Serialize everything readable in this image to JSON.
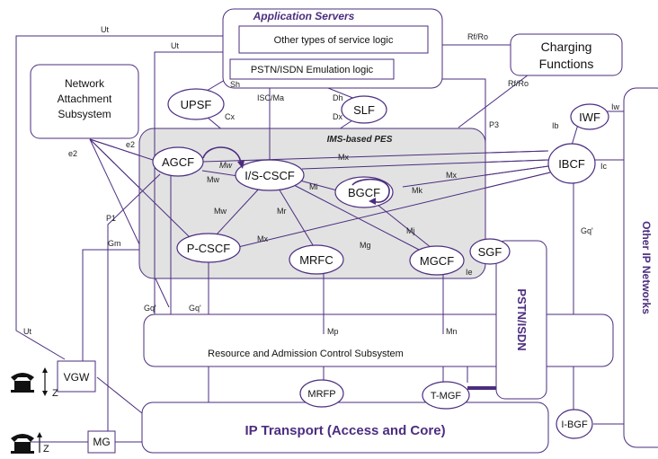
{
  "colors": {
    "line": "#4b2d7f",
    "ims_fill": "#e2e2e2",
    "thick": "#4b2d7f"
  },
  "blocks": {
    "application_servers": "Application Servers",
    "other_logic": "Other types of service logic",
    "pstn_emulation": "PSTN/ISDN Emulation logic",
    "charging_1": "Charging",
    "charging_2": "Functions",
    "nass_1": "Network",
    "nass_2": "Attachment",
    "nass_3": "Subsystem",
    "ims_pes": "IMS-based PES",
    "racs": "Resource and Admission Control Subsystem",
    "transport": "IP Transport (Access and Core)",
    "pstn_isdn": "PSTN/ISDN",
    "other_ip": "Other IP Networks"
  },
  "nodes": {
    "upsf": "UPSF",
    "slf": "SLF",
    "agcf": "AGCF",
    "iscscf": "I/S-CSCF",
    "bgcf": "BGCF",
    "pcscf": "P-CSCF",
    "mrfc": "MRFC",
    "mgcf": "MGCF",
    "sgf": "SGF",
    "iwf": "IWF",
    "ibcf": "IBCF",
    "mrfp": "MRFP",
    "tmgf": "T-MGF",
    "ibgf": "I-BGF",
    "vgw": "VGW",
    "mg": "MG"
  },
  "interfaces": {
    "ut1": "Ut",
    "ut2": "Ut",
    "ut3": "Ut",
    "rfro1": "Rf/Ro",
    "rfro2": "Rf/Ro",
    "sh": "Sh",
    "iscma": "ISC/Ma",
    "dh": "Dh",
    "dx": "Dx",
    "cx": "Cx",
    "e2a": "e2",
    "e2b": "e2",
    "p3": "P3",
    "ib": "Ib",
    "iw": "Iw",
    "ic": "Ic",
    "mw1": "Mw",
    "mw2": "Mw",
    "mw3": "Mw",
    "mx1": "Mx",
    "mx2": "Mx",
    "mx3": "Mx",
    "mi": "Mi",
    "mk": "Mk",
    "mr": "Mr",
    "mj": "Mj",
    "mg": "Mg",
    "ie": "Ie",
    "p1": "P1",
    "gm": "Gm",
    "gq1": "Gq'",
    "gq2": "Gq'",
    "gq3": "Gq'",
    "mp": "Mp",
    "mn": "Mn",
    "z1": "Z",
    "z2": "Z"
  }
}
